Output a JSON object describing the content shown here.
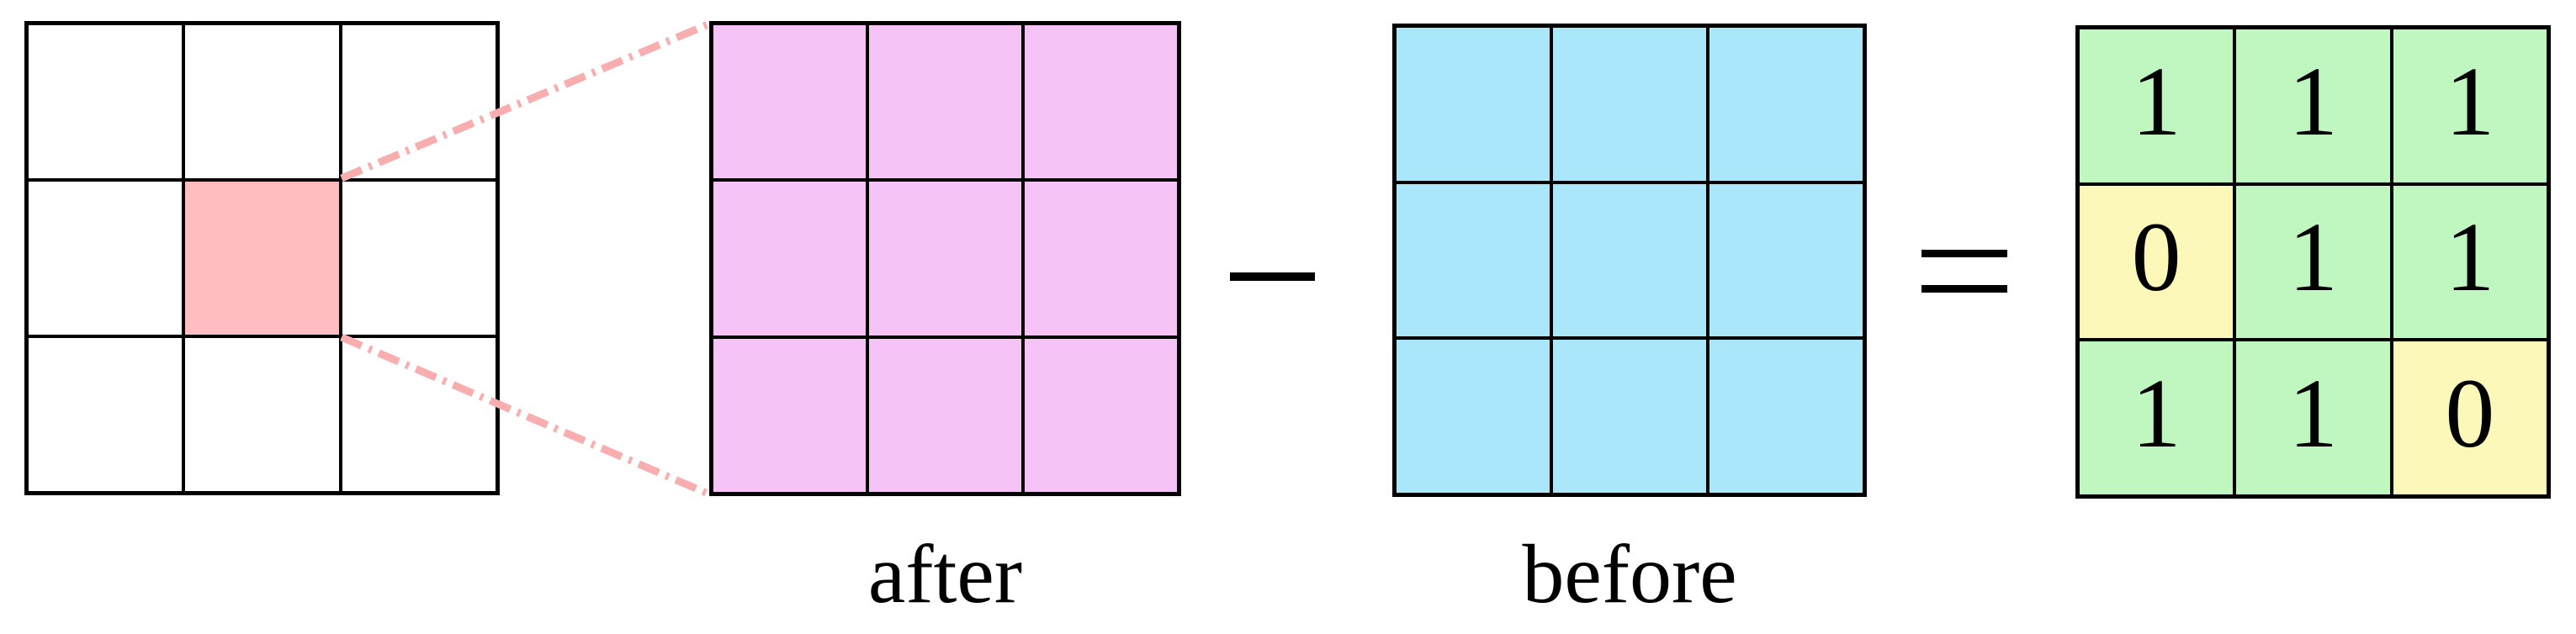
{
  "labels": {
    "after": "after",
    "before": "before"
  },
  "operators": {
    "minus": "−",
    "equals": "="
  },
  "source_grid": {
    "rows": 3,
    "cols": 3,
    "highlight_cell": {
      "row": 2,
      "col": 2
    },
    "highlight_color": "#ffbdc1",
    "cell_color": "#ffffff"
  },
  "after_grid": {
    "rows": 3,
    "cols": 3,
    "fill_color": "#f6c3f6"
  },
  "before_grid": {
    "rows": 3,
    "cols": 3,
    "fill_color": "#aae7fb"
  },
  "result_grid": {
    "values": [
      [
        "1",
        "1",
        "1"
      ],
      [
        "0",
        "1",
        "1"
      ],
      [
        "1",
        "1",
        "0"
      ]
    ],
    "one_cell_color": "#c0f6c0",
    "zero_cell_color": "#fbf8ba"
  },
  "colors": {
    "background": "#ffffff",
    "grid_line": "#000000",
    "dashed_callout_line": "#f8aeae",
    "text": "#000000"
  }
}
